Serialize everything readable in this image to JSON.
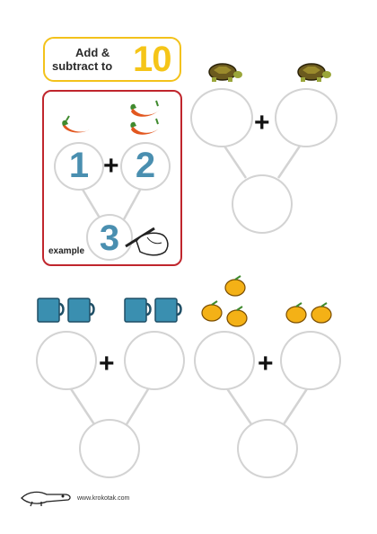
{
  "title": {
    "line1": "Add &",
    "line2": "subtract to",
    "number": "10"
  },
  "example": {
    "label": "example",
    "left": "1",
    "right": "2",
    "result": "3"
  },
  "operator": "+",
  "exercises": [
    {
      "icon": "turtle-icon"
    },
    {
      "icon": "mug-icon"
    },
    {
      "icon": "mango-icon"
    }
  ],
  "footer": {
    "url": "www.krokotak.com"
  },
  "colors": {
    "title_border": "#f3c21b",
    "title_number": "#f5c518",
    "example_border": "#c0262d",
    "digit": "#4a8fb0",
    "circle": "#d3d3d3"
  }
}
